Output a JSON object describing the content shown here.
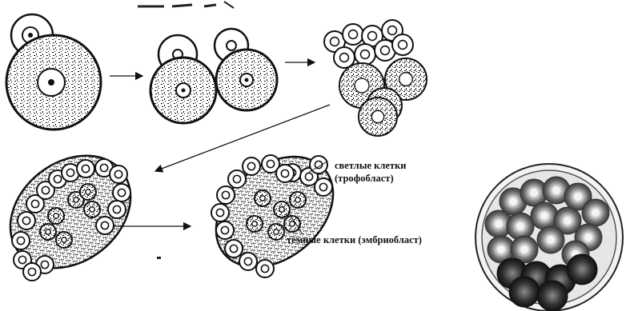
{
  "diagram": {
    "labels": {
      "light_line1": "светлые клетки",
      "light_line2": "(трофобласт)",
      "dark": "тёмные клетки (эмбриобласт)"
    },
    "colors": {
      "ink": "#111111",
      "paper": "#ffffff",
      "dark_shade": "#2a2a2a",
      "mid_shade": "#7a7a7a",
      "light_shade": "#d6d6d6"
    },
    "stages": [
      {
        "name": "zygote-division"
      },
      {
        "name": "two-blastomeres"
      },
      {
        "name": "morula-early"
      },
      {
        "name": "morula-late"
      },
      {
        "name": "morula-labeled"
      },
      {
        "name": "blastocyst-photo"
      }
    ]
  }
}
